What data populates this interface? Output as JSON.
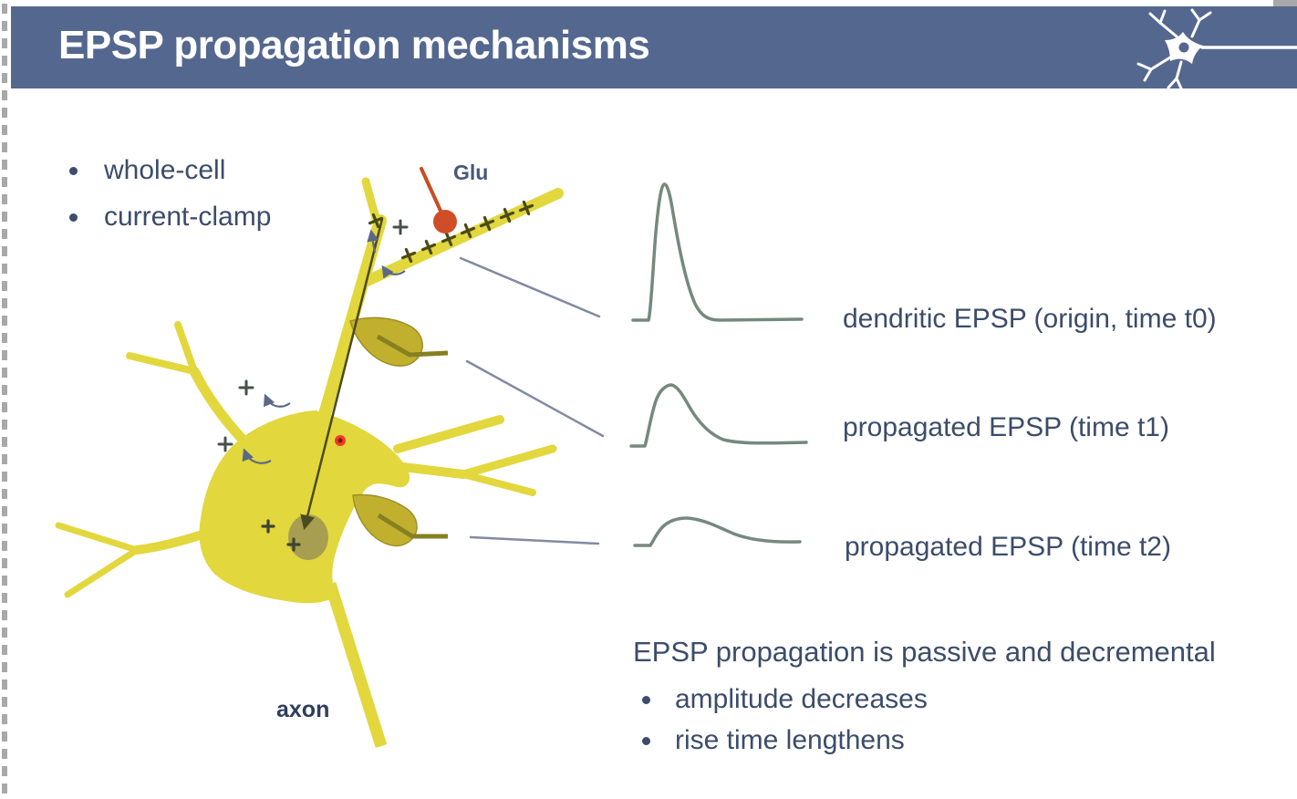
{
  "slide": {
    "title": "EPSP propagation mechanisms",
    "method_bullets": [
      "whole-cell",
      "current-clamp"
    ],
    "diagram_labels": {
      "glu": "Glu",
      "axon": "axon"
    },
    "trace_labels": [
      "dendritic EPSP (origin, time t0)",
      "propagated EPSP (time t1)",
      "propagated EPSP (time t2)"
    ],
    "conclusion": {
      "heading": "EPSP propagation is passive and decremental",
      "bullets": [
        "amplitude decreases",
        "rise time lengthens"
      ]
    },
    "colors": {
      "header_bg": "#54678f",
      "title_text": "#ffffff",
      "body_text": "#3c4c6a",
      "neuron_yellow": "#e2d73c",
      "electrode_olive": "#c1b02e",
      "trace_stroke": "#75897e",
      "connector_stroke": "#8289a2",
      "pipette_red": "#cf4e28"
    }
  }
}
